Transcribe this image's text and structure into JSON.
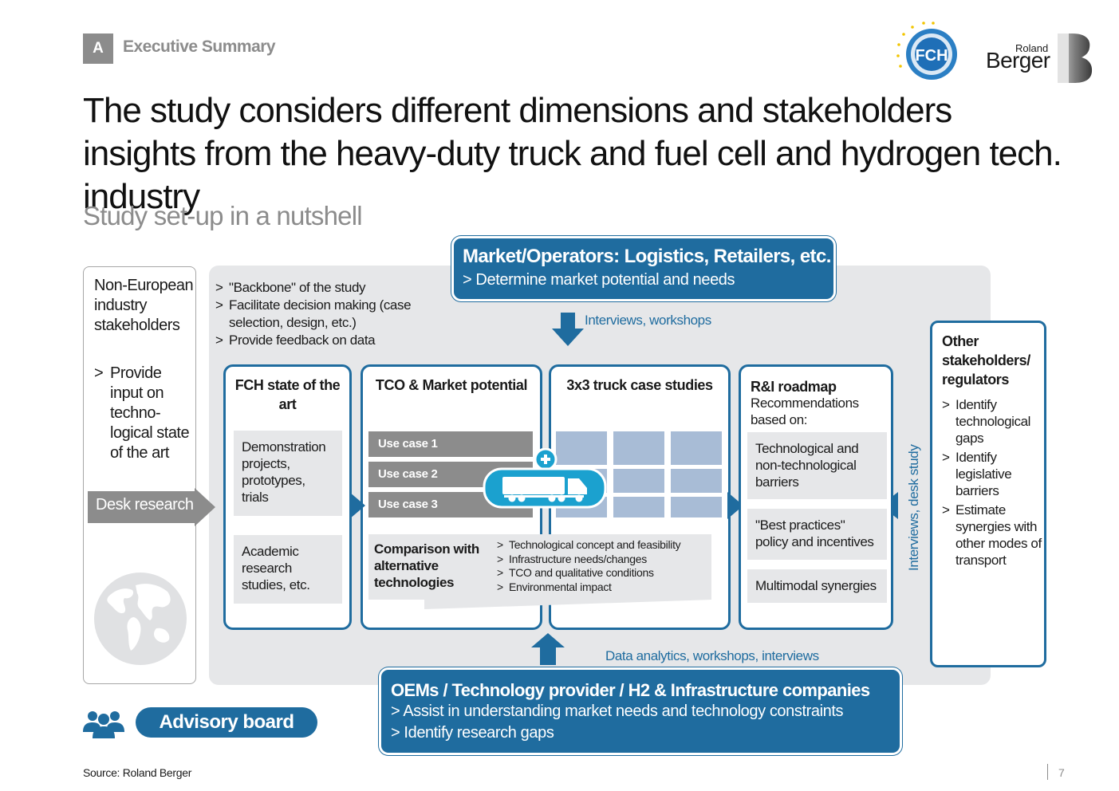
{
  "header": {
    "section_badge": "A",
    "section_label": "Executive Summary",
    "headline": "The study considers different dimensions and stakeholders insights from the heavy-duty truck and fuel cell and hydrogen tech. industry",
    "subtitle": "Study set-up in a nutshell"
  },
  "logos": {
    "fch": "FCH",
    "roland": "Roland",
    "berger": "Berger"
  },
  "non_european": {
    "title": "Non-European industry stakeholders",
    "bullet": "Provide input on techno-logical state of the art",
    "bullet_marker": ">",
    "arrow_label": "Desk research"
  },
  "backbone": {
    "items": [
      "\"Backbone\" of the study",
      "Facilitate decision making (case selection, design, etc.)",
      "Provide feedback on data"
    ]
  },
  "market": {
    "title": "Market/Operators: Logistics, Retailers, etc.",
    "sub": ">  Determine market potential and needs",
    "arrow_label": "Interviews, workshops"
  },
  "columns": {
    "fch": {
      "title": "FCH state of the art",
      "cells": [
        "Demonstration projects, prototypes, trials",
        "Academic research studies, etc."
      ]
    },
    "tco": {
      "title": "TCO & Market potential",
      "use_cases": [
        "Use case 1",
        "Use case 2",
        "Use case 3"
      ]
    },
    "truck": {
      "title": "3x3 truck case studies"
    },
    "rni": {
      "title": "R&I roadmap",
      "sub": "Recommendations based on:",
      "cells": [
        "Technological and non-technological barriers",
        "\"Best practices\" policy and incentives",
        "Multimodal synergies"
      ]
    }
  },
  "comparison": {
    "title": "Comparison with alternative technologies",
    "items": [
      "Technological concept and feasibility",
      "Infrastructure needs/changes",
      "TCO and qualitative conditions",
      "Environmental impact"
    ]
  },
  "other": {
    "title": "Other stakeholders/ regulators",
    "items": [
      "Identify technological gaps",
      "Identify legislative barriers",
      "Estimate synergies with other modes of transport"
    ],
    "side_label": "Interviews, desk study"
  },
  "oem": {
    "arrow_label": "Data analytics, workshops, interviews",
    "title": "OEMs / Technology provider / H2 & Infrastructure companies",
    "line1": "> Assist in understanding market needs and technology constraints",
    "line2": "> Identify research gaps"
  },
  "advisory": {
    "label": "Advisory board"
  },
  "footer": {
    "source": "Source: Roland Berger",
    "page": "7"
  },
  "colors": {
    "blue": "#1f6c9f",
    "grey": "#8c8c8c",
    "light_grey": "#e6e7e9",
    "grid_blue": "#a8bcd6",
    "truck_blue": "#1ba1cf"
  },
  "icons": [
    "down-arrow-icon",
    "up-arrow-icon",
    "truck-icon",
    "plus-icon",
    "globe-icon",
    "people-icon"
  ]
}
